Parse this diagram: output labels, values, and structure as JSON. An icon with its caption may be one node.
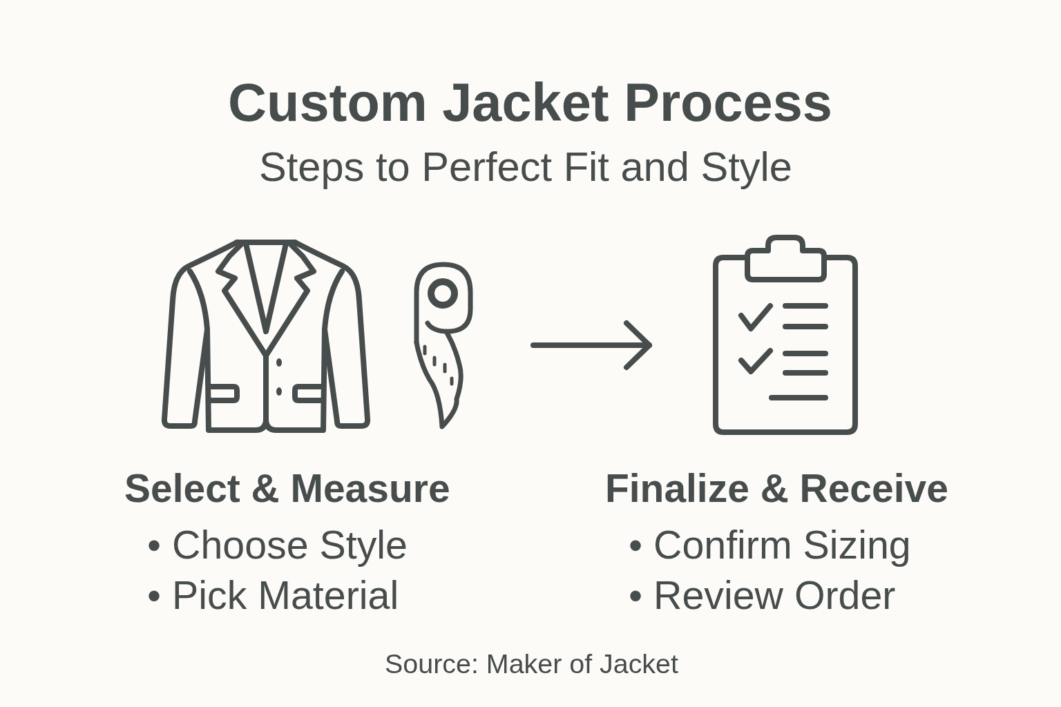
{
  "diagram": {
    "title": "Custom Jacket Process",
    "caption": "Source: Maker of Jacket",
    "nodes": [
      {
        "text": [],
        "shape": "picture"
      },
      {
        "text": [],
        "shape": "picture"
      },
      {
        "text": [],
        "shape": "picture"
      }
    ],
    "edges": [
      {
        "from": 1,
        "to": 2,
        "arrow": "to"
      }
    ],
    "labels": [
      "Steps to Perfect Fit and Style",
      "Select & Measure",
      "• Choose Style",
      "• Pick Material",
      "Finalize & Receive",
      "• Confirm Sizing",
      "• Review Order"
    ]
  }
}
